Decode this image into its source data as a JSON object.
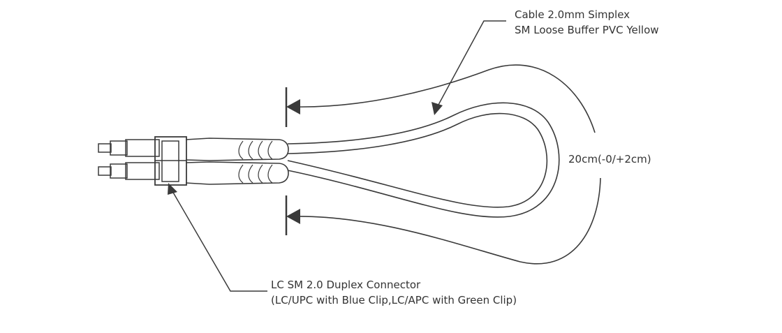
{
  "labels": {
    "cable_line1": "Cable 2.0mm Simplex",
    "cable_line2": "SM Loose Buffer PVC Yellow",
    "length": "20cm(-0/+2cm)",
    "connector_line1": "LC SM 2.0 Duplex Connector",
    "connector_line2": "(LC/UPC with Blue Clip,LC/APC with Green Clip)"
  },
  "colors": {
    "line": "#3a3a3a",
    "text": "#333333",
    "background": "#ffffff"
  }
}
